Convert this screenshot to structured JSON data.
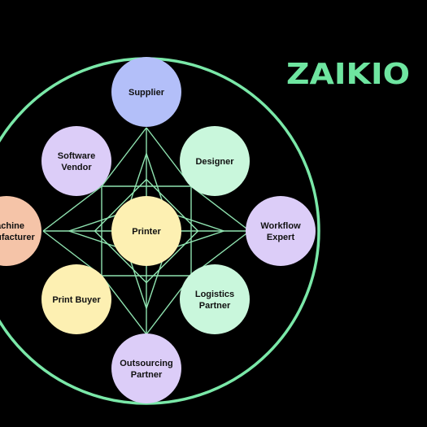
{
  "brand": {
    "name": "ZAIKIO",
    "color": "#6ee5a0"
  },
  "colors": {
    "background": "#000000",
    "ring": "#7ae8a8",
    "links": "#8fe3b0",
    "label": "#111111"
  },
  "center": {
    "id": "printer",
    "lines": [
      "Printer"
    ],
    "color": "#fdf0b2"
  },
  "nodes": [
    {
      "id": "supplier",
      "lines": [
        "Supplier"
      ],
      "color": "#b3bff9"
    },
    {
      "id": "designer",
      "lines": [
        "Designer"
      ],
      "color": "#c9f7dc"
    },
    {
      "id": "workflow-expert",
      "lines": [
        "Workflow",
        "Expert"
      ],
      "color": "#dccdf8"
    },
    {
      "id": "logistics-partner",
      "lines": [
        "Logistics",
        "Partner"
      ],
      "color": "#c9f7dc"
    },
    {
      "id": "outsourcing-partner",
      "lines": [
        "Outsourcing",
        "Partner"
      ],
      "color": "#dccdf8"
    },
    {
      "id": "print-buyer",
      "lines": [
        "Print Buyer"
      ],
      "color": "#fdf0b2"
    },
    {
      "id": "machine-manufacturer",
      "lines": [
        "Machine",
        "Manufacturer"
      ],
      "color": "#f5c4a8"
    },
    {
      "id": "software-vendor",
      "lines": [
        "Software",
        "Vendor"
      ],
      "color": "#dccdf8"
    }
  ]
}
